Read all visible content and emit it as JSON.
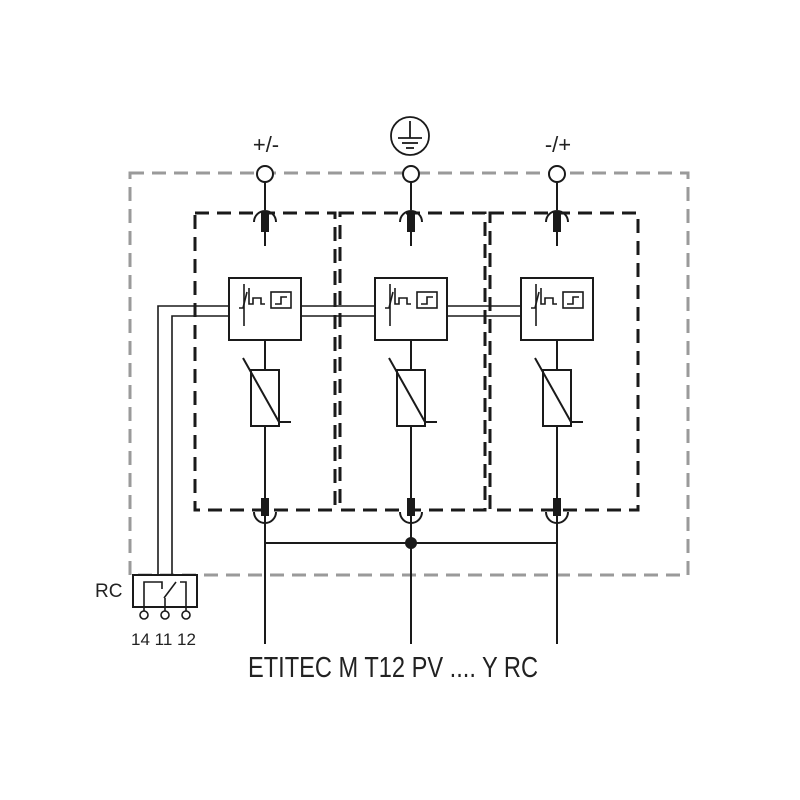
{
  "terminals": {
    "left_label": "+/-",
    "right_label": "-/+",
    "center_symbol": "earth-ground-symbol"
  },
  "remote_contact": {
    "label": "RC",
    "pins": "14 11 12"
  },
  "caption": "ETITEC M T12 PV .... Y RC",
  "colors": {
    "line": "#1a1a1a",
    "outer_dashed_box": "#9a9a9a",
    "module_dashed_box": "#1a1a1a",
    "background": "#ffffff"
  }
}
